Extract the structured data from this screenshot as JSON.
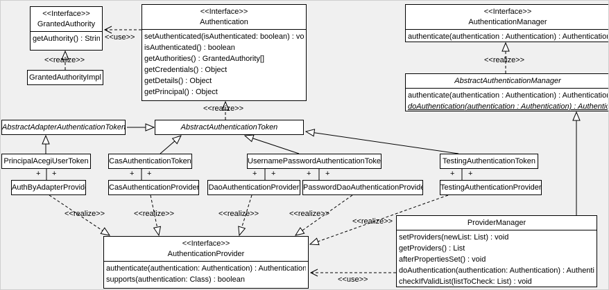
{
  "labels": {
    "use": "<<use>>",
    "realize": "<<realize>>",
    "plus": "+"
  },
  "classes": {
    "granted_authority": {
      "stereotype": "<<Interface>>",
      "name": "GrantedAuthority",
      "methods": [
        "getAuthority() : String"
      ]
    },
    "granted_authority_impl": {
      "name": "GrantedAuthorityImpl"
    },
    "authentication": {
      "stereotype": "<<Interface>>",
      "name": "Authentication",
      "methods": [
        "setAuthenticated(isAuthenticated: boolean) : void",
        "isAuthenticated() : boolean",
        "getAuthorities() : GrantedAuthority[]",
        "getCredentials() : Object",
        "getDetails() : Object",
        "getPrincipal() : Object"
      ]
    },
    "authentication_manager": {
      "stereotype": "<<Interface>>",
      "name": "AuthenticationManager",
      "methods": [
        "authenticate(authentication : Authentication) : Authentication"
      ]
    },
    "abstract_authentication_manager": {
      "name": "AbstractAuthenticationManager",
      "methods": [
        "authenticate(authentication : Authentication) : Authentication",
        "doAuthentication(authentication : Authentication) : Authentication"
      ]
    },
    "abstract_adapter_authentication_token": {
      "name": "AbstractAdapterAuthenticationToken"
    },
    "abstract_authentication_token": {
      "name": "AbstractAuthenticationToken"
    },
    "principal_acegi_user_token": {
      "name": "PrincipalAcegiUserToken"
    },
    "cas_authentication_token": {
      "name": "CasAuthenticationToken"
    },
    "username_password_authentication_token": {
      "name": "UsernamePasswordAuthenticationToken"
    },
    "testing_authentication_token": {
      "name": "TestingAuthenticationToken"
    },
    "auth_by_adapter_provider": {
      "name": "AuthByAdapterProvider"
    },
    "cas_authentication_provider": {
      "name": "CasAuthenticationProvider"
    },
    "dao_authentication_provider": {
      "name": "DaoAuthenticationProvider"
    },
    "password_dao_authentication_provider": {
      "name": "PasswordDaoAuthenticationProvider"
    },
    "testing_authentication_provider": {
      "name": "TestingAuthenticationProvider"
    },
    "authentication_provider": {
      "stereotype": "<<Interface>>",
      "name": "AuthenticationProvider",
      "methods": [
        "authenticate(authentication: Authentication) : Authentication",
        "supports(authentication: Class) : boolean"
      ]
    },
    "provider_manager": {
      "name": "ProviderManager",
      "methods": [
        "setProviders(newList: List) : void",
        "getProviders() : List",
        "afterPropertiesSet() : void",
        "doAuthentication(authentication: Authentication) : Authentication",
        "checkIfValidList(listToCheck: List) : void"
      ]
    }
  }
}
